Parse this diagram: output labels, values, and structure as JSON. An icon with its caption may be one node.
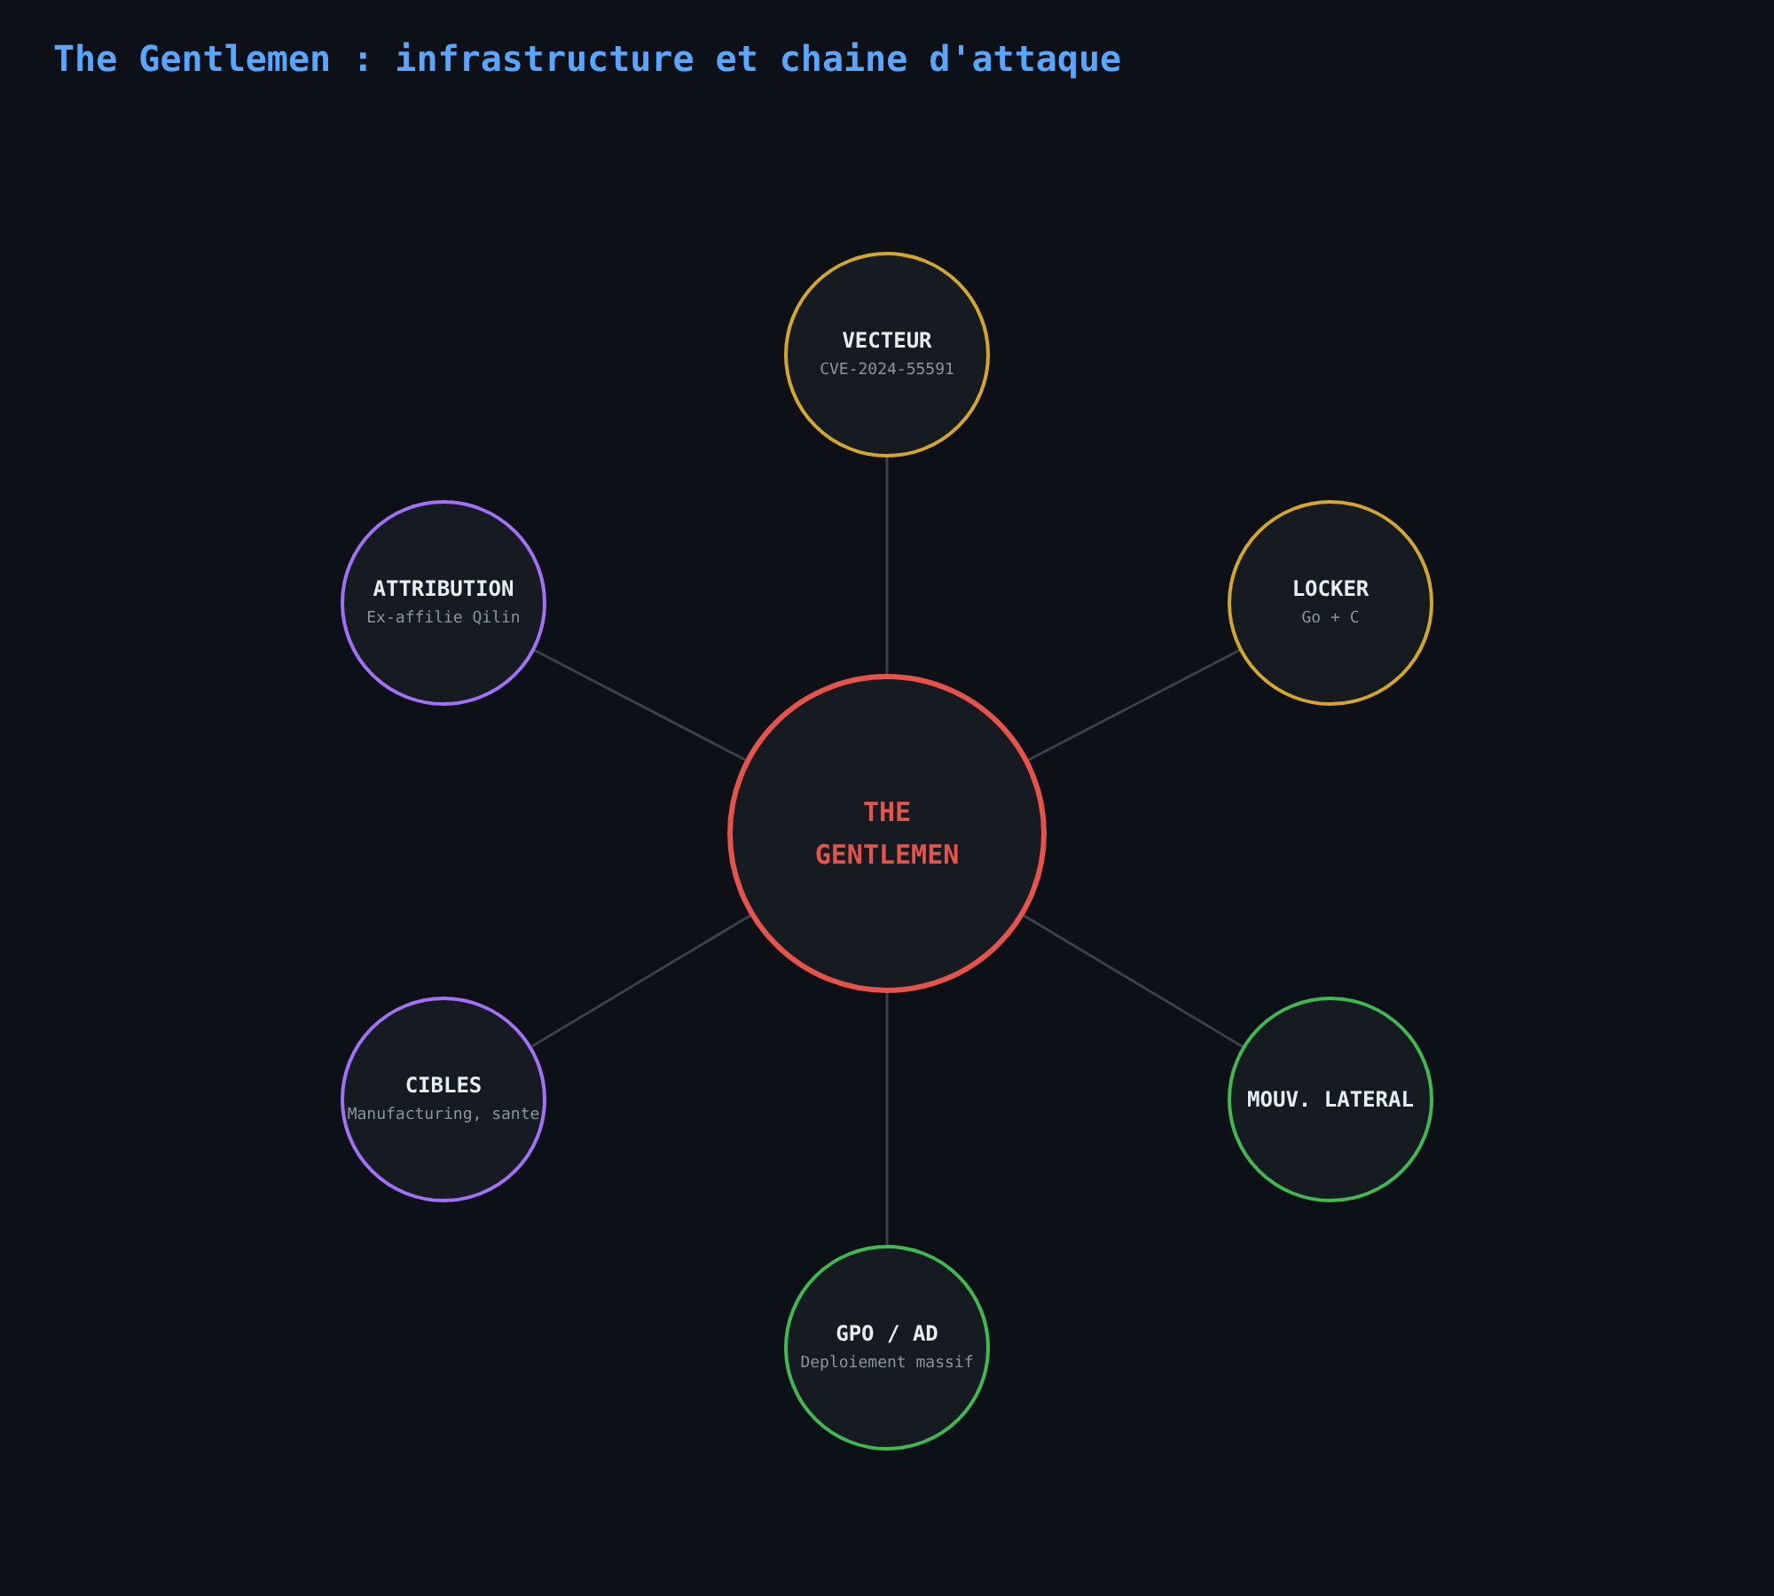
{
  "diagram": {
    "title": "The Gentlemen : infrastructure et chaine d'attaque",
    "nodes": [
      {
        "text": [
          "VECTEUR",
          "CVE-2024-55591"
        ]
      },
      {
        "text": [
          "ATTRIBUTION",
          "Ex-affilie Qilin"
        ]
      },
      {
        "text": [
          "LOCKER",
          "Go + C"
        ]
      },
      {
        "text": [
          "THE GENTLEMEN"
        ]
      },
      {
        "text": [
          "CIBLES",
          "Manufacturing, sante"
        ]
      },
      {
        "text": [
          "MOUV. LATERAL"
        ]
      },
      {
        "text": [
          "GPO / AD",
          "Deploiement massif"
        ]
      }
    ],
    "edges": [
      {
        "from": 3,
        "to": 0,
        "arrow": "none"
      },
      {
        "from": 3,
        "to": 1,
        "arrow": "none"
      },
      {
        "from": 3,
        "to": 2,
        "arrow": "none"
      },
      {
        "from": 3,
        "to": 4,
        "arrow": "none"
      },
      {
        "from": 3,
        "to": 5,
        "arrow": "none"
      },
      {
        "from": 3,
        "to": 6,
        "arrow": "none"
      }
    ]
  }
}
